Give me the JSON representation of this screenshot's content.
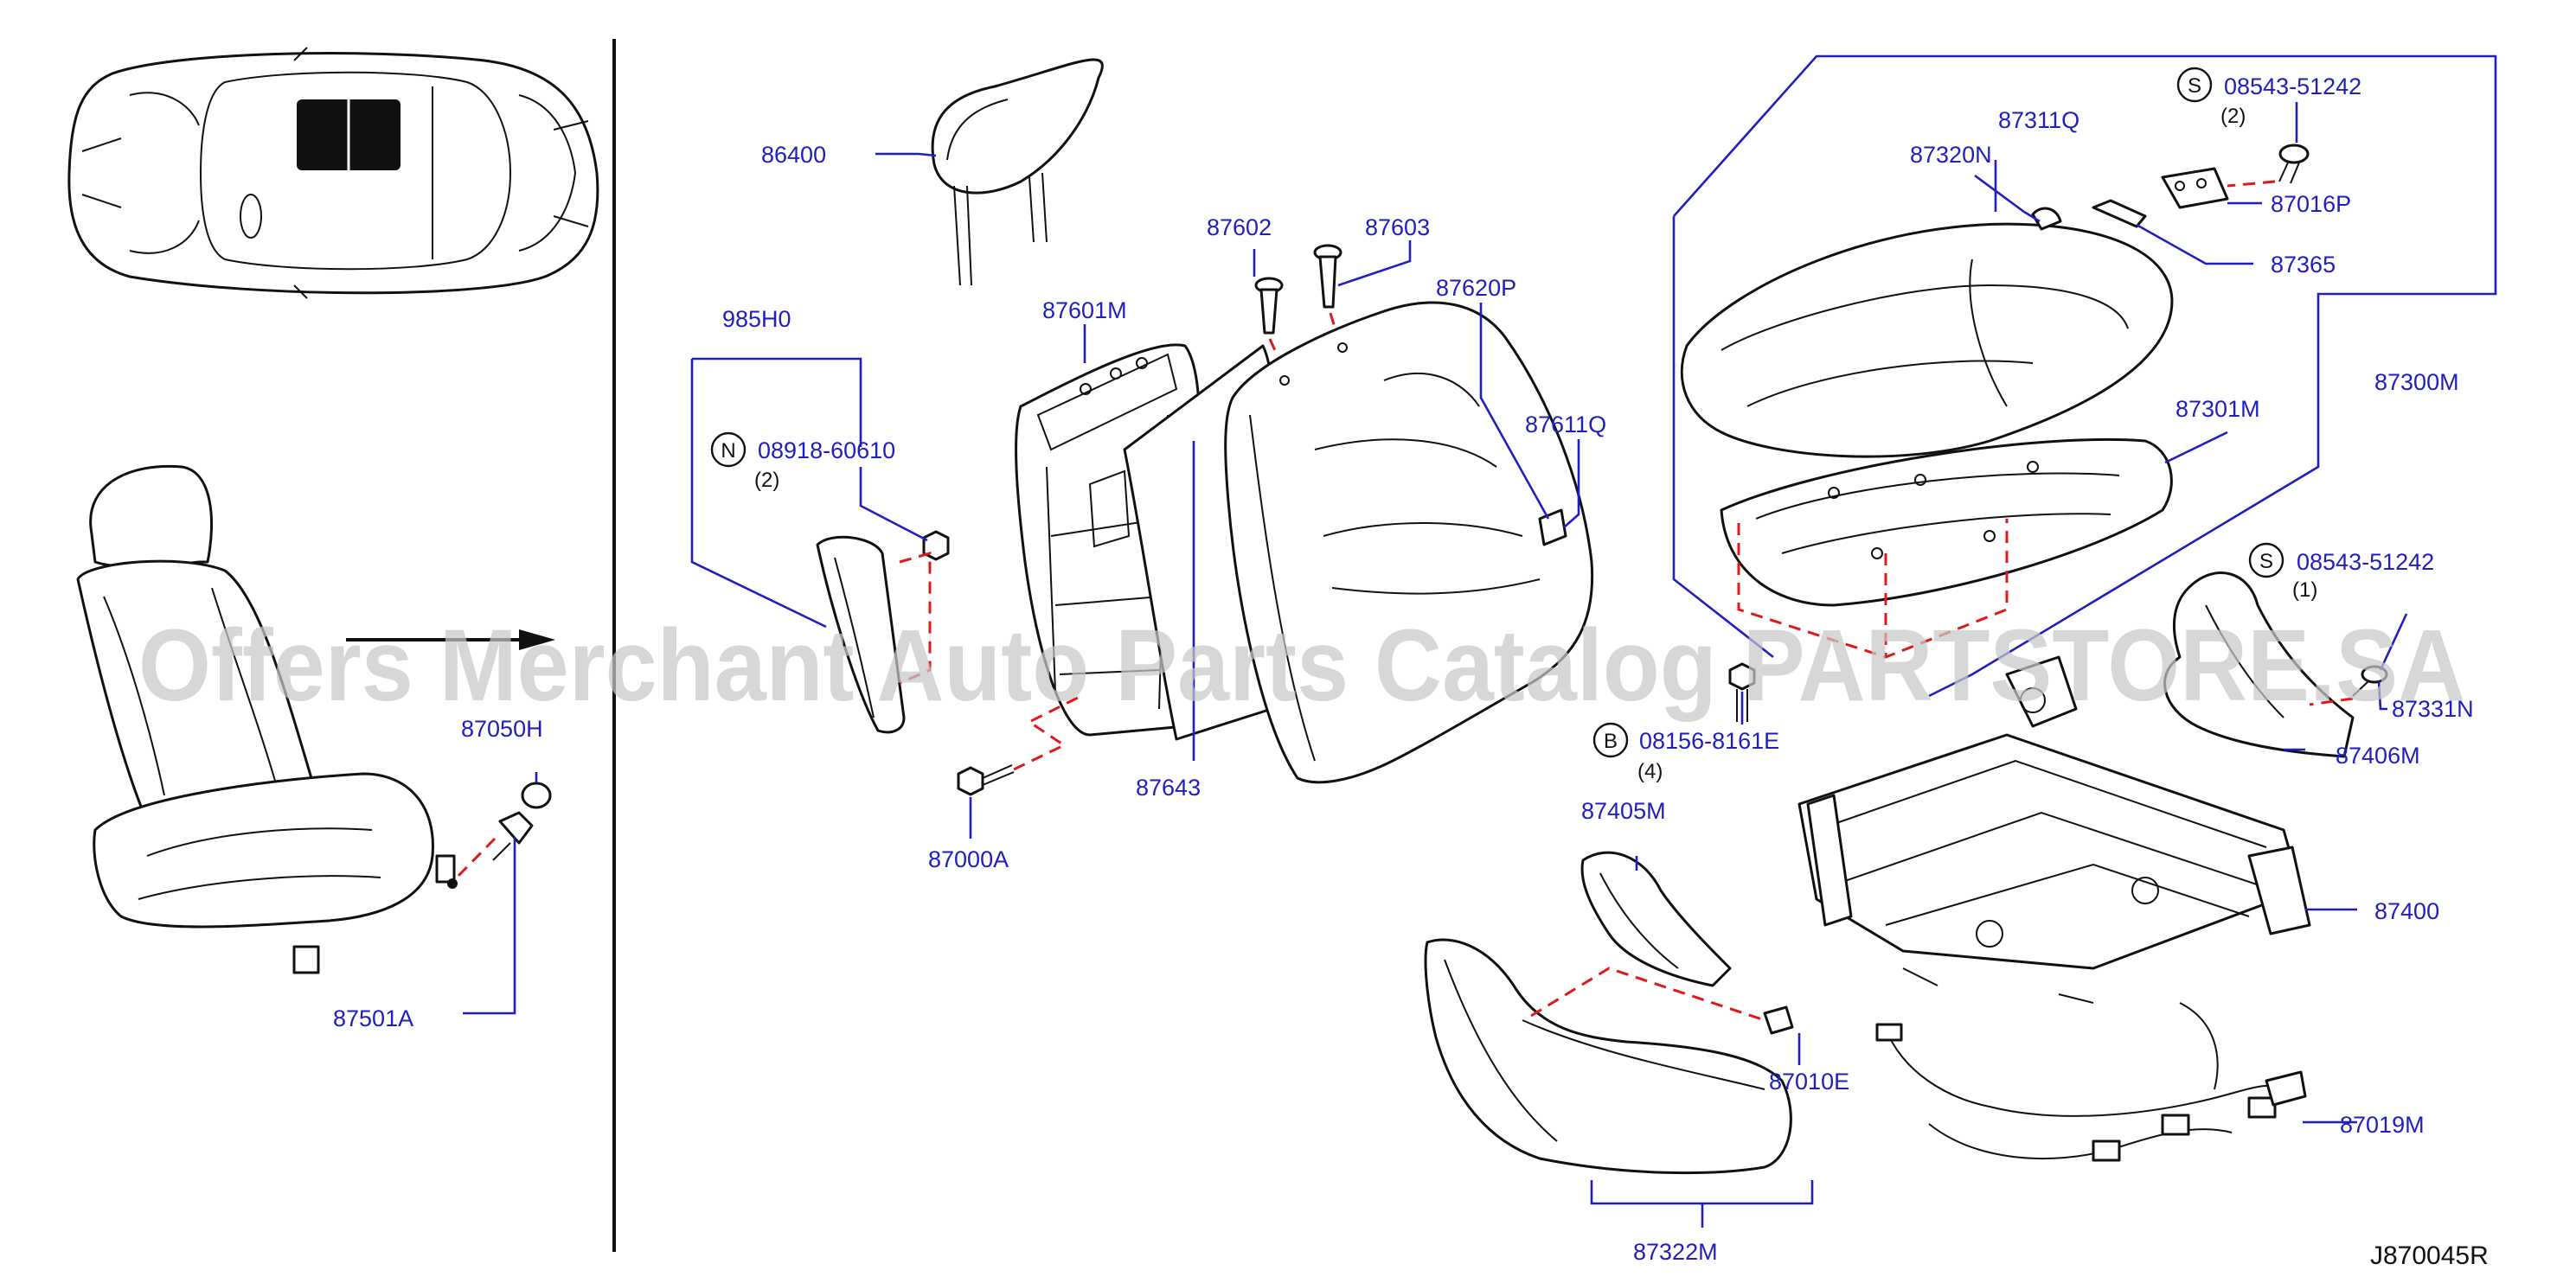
{
  "diagram_code": "J870045R",
  "watermark": "Offers Merchant Auto Parts Catalog PARTSTORE.SA",
  "colors": {
    "callout": "#1f1fbf",
    "dashed": "#e01818",
    "outline": "#111111",
    "watermark": "#c8c8c8"
  },
  "parts": {
    "p86400": "86400",
    "p985H0": "985H0",
    "p87601M": "87601M",
    "p87602": "87602",
    "p87603": "87603",
    "p87620P": "87620P",
    "p87611Q": "87611Q",
    "p87643": "87643",
    "p87000A": "87000A",
    "p87050H": "87050H",
    "p87501A": "87501A",
    "p87320N": "87320N",
    "p87311Q": "87311Q",
    "p87016P": "87016P",
    "p87365": "87365",
    "p87301M": "87301M",
    "p87300M": "87300M",
    "p87331N": "87331N",
    "p87406M": "87406M",
    "p87400": "87400",
    "p87405M": "87405M",
    "p87010E": "87010E",
    "p87019M": "87019M",
    "p87322M": "87322M"
  },
  "fasteners": {
    "n_nut": {
      "symbol": "N",
      "number": "08918-60610",
      "qty": "(2)"
    },
    "s_top": {
      "symbol": "S",
      "number": "08543-51242",
      "qty": "(2)"
    },
    "s_mid": {
      "symbol": "S",
      "number": "08543-51242",
      "qty": "(1)"
    },
    "b_bolt": {
      "symbol": "B",
      "number": "08156-8161E",
      "qty": "(4)"
    }
  }
}
